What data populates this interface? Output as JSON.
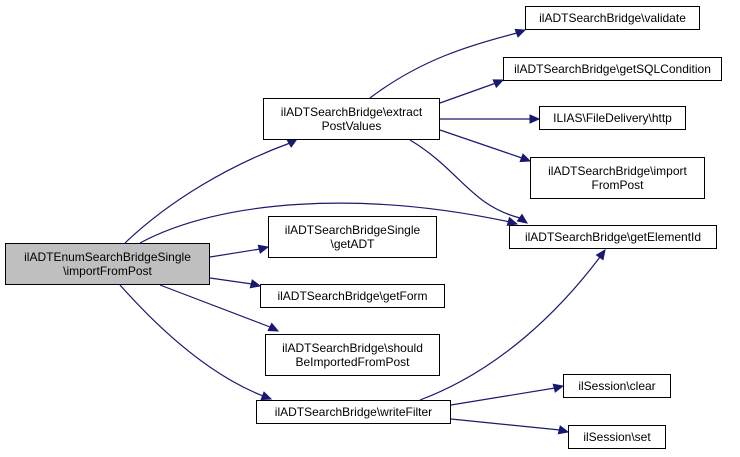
{
  "diagram": {
    "type": "call-graph",
    "edge_color": "#191970",
    "root_fill": "#bfbfbf",
    "nodes": [
      {
        "id": "root",
        "label": "ilADTEnumSearchBridgeSingle\n\\importFromPost",
        "root": true
      },
      {
        "id": "extract",
        "label": "ilADTSearchBridge\\extract\nPostValues"
      },
      {
        "id": "getadt",
        "label": "ilADTSearchBridgeSingle\n\\getADT"
      },
      {
        "id": "getform",
        "label": "ilADTSearchBridge\\getForm"
      },
      {
        "id": "should",
        "label": "ilADTSearchBridge\\should\nBeImportedFromPost"
      },
      {
        "id": "writefilter",
        "label": "ilADTSearchBridge\\writeFilter"
      },
      {
        "id": "validate",
        "label": "ilADTSearchBridge\\validate"
      },
      {
        "id": "getsql",
        "label": "ilADTSearchBridge\\getSQLCondition"
      },
      {
        "id": "http",
        "label": "ILIAS\\FileDelivery\\http"
      },
      {
        "id": "importfrompost",
        "label": "ilADTSearchBridge\\import\nFromPost"
      },
      {
        "id": "getelementid",
        "label": "ilADTSearchBridge\\getElementId"
      },
      {
        "id": "sessclear",
        "label": "ilSession\\clear"
      },
      {
        "id": "sessset",
        "label": "ilSession\\set"
      }
    ],
    "edges": [
      {
        "from": "root",
        "to": "extract"
      },
      {
        "from": "root",
        "to": "getelementid"
      },
      {
        "from": "root",
        "to": "getadt"
      },
      {
        "from": "root",
        "to": "getform"
      },
      {
        "from": "root",
        "to": "should"
      },
      {
        "from": "root",
        "to": "writefilter"
      },
      {
        "from": "extract",
        "to": "validate"
      },
      {
        "from": "extract",
        "to": "getsql"
      },
      {
        "from": "extract",
        "to": "http"
      },
      {
        "from": "extract",
        "to": "importfrompost"
      },
      {
        "from": "extract",
        "to": "getelementid"
      },
      {
        "from": "writefilter",
        "to": "getelementid"
      },
      {
        "from": "writefilter",
        "to": "sessclear"
      },
      {
        "from": "writefilter",
        "to": "sessset"
      }
    ]
  }
}
